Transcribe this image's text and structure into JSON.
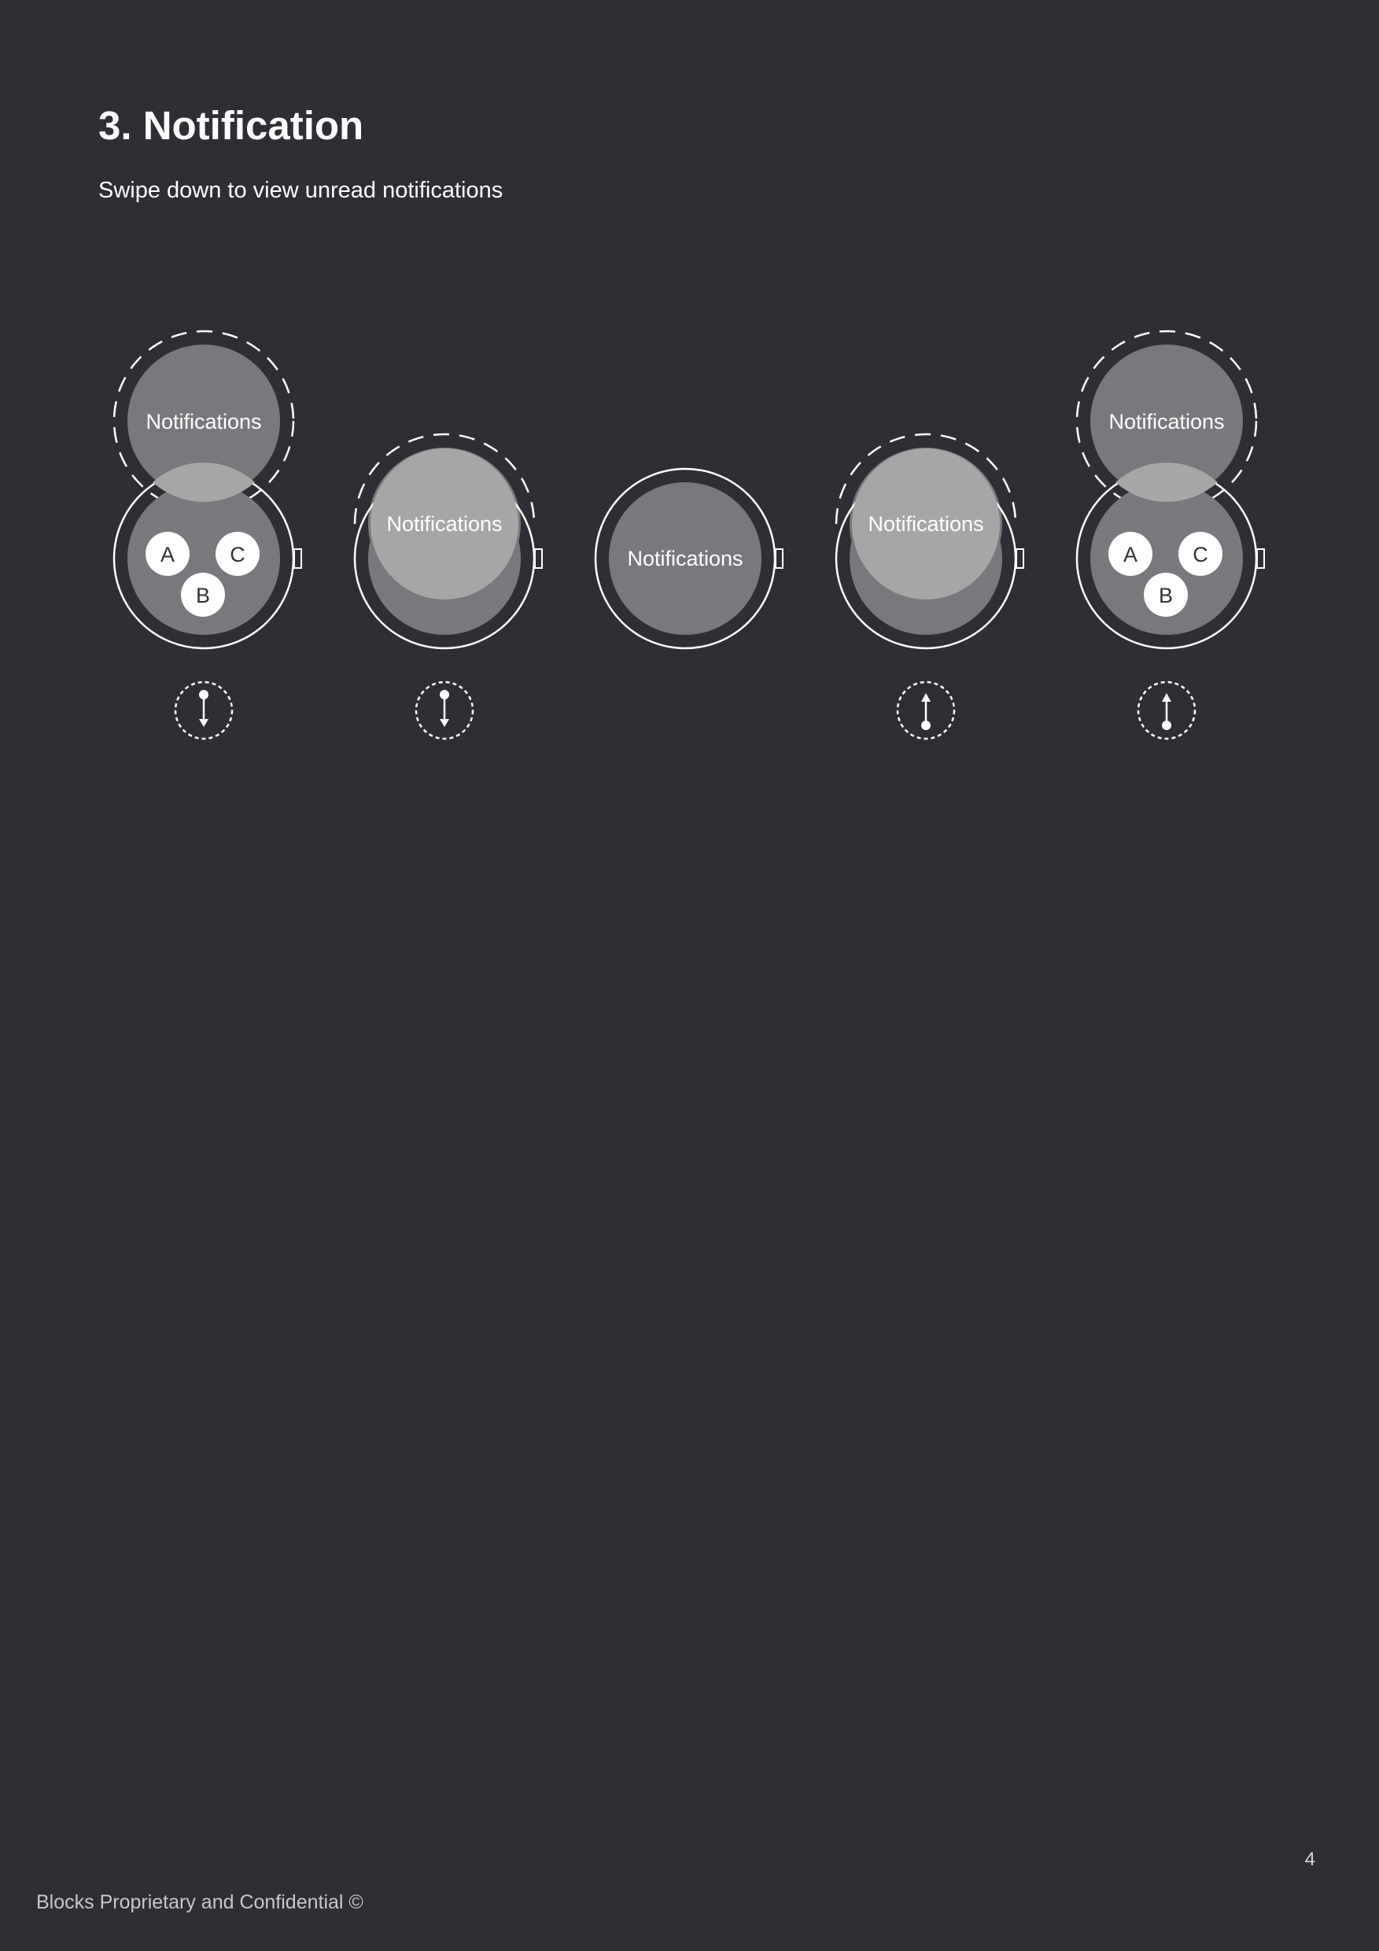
{
  "page": {
    "title": "3. Notification",
    "subtitle": "Swipe down to view unread notifications",
    "page_number": "4",
    "footer": "Blocks Proprietary and Confidential ©"
  },
  "colors": {
    "background": "#2d2f34",
    "screen": "#77797c",
    "overlay_light": "#a6a6a6",
    "outline": "#ffffff"
  },
  "labels": {
    "notifications": "Notifications",
    "app_a": "A",
    "app_b": "B",
    "app_c": "C"
  },
  "frames": [
    {
      "id": "frame-1",
      "state": "home-with-notifications-above",
      "gesture": "swipe-down-icon"
    },
    {
      "id": "frame-2",
      "state": "notifications-sliding-in",
      "gesture": "swipe-down-icon"
    },
    {
      "id": "frame-3",
      "state": "notifications-open",
      "gesture": null
    },
    {
      "id": "frame-4",
      "state": "notifications-sliding-out",
      "gesture": "swipe-up-icon"
    },
    {
      "id": "frame-5",
      "state": "home-with-notifications-above",
      "gesture": "swipe-up-icon"
    }
  ]
}
